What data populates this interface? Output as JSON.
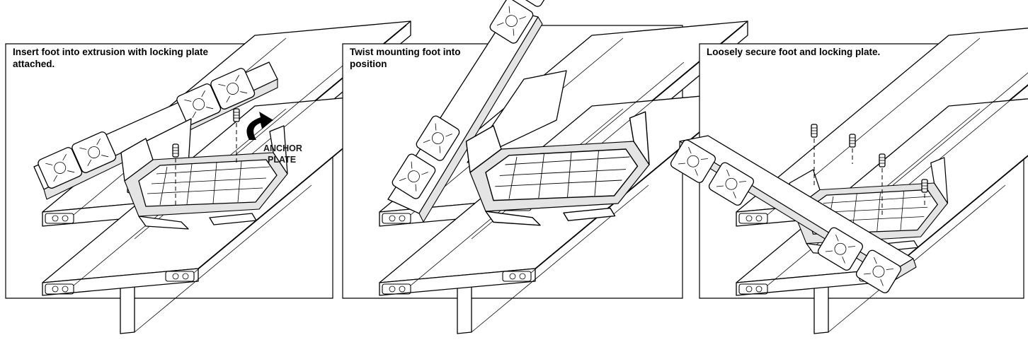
{
  "panels": [
    {
      "caption_lines": [
        "Insert foot into extrusion with locking plate",
        "attached."
      ]
    },
    {
      "caption_lines": [
        "Twist mounting foot into",
        "position"
      ]
    },
    {
      "caption_lines": [
        "Loosely secure foot and locking plate."
      ]
    }
  ],
  "callout": {
    "lines": [
      "ANCHOR",
      "PLATE"
    ],
    "arrow_color": "#000000"
  },
  "colors": {
    "line": "#000000",
    "shade": "#e4e4e4",
    "background": "#ffffff"
  }
}
